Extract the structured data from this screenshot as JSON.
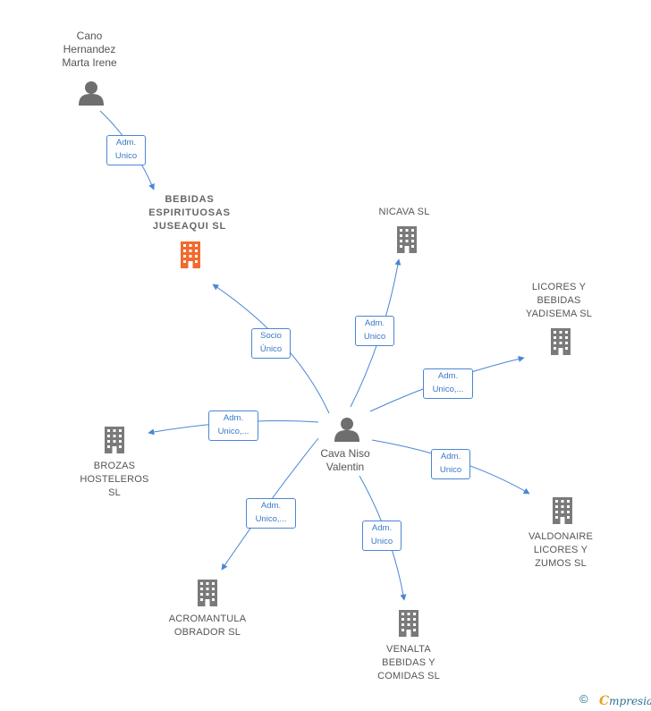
{
  "nodes": {
    "cano": {
      "label": "Cano\nHernandez\nMarta Irene",
      "icon": "person-icon"
    },
    "bebidas": {
      "label": "BEBIDAS\nESPIRITUOSAS\nJUSEAQUI  SL",
      "icon": "building-icon"
    },
    "nicava": {
      "label": "NICAVA SL",
      "icon": "building-icon"
    },
    "licores": {
      "label": "LICORES Y\nBEBIDAS\nYADISEMA  SL",
      "icon": "building-icon"
    },
    "brozas": {
      "label": "BROZAS\nHOSTELEROS\nSL",
      "icon": "building-icon"
    },
    "cava": {
      "label": "Cava Niso\nValentin",
      "icon": "person-icon"
    },
    "valdonaire": {
      "label": "VALDONAIRE\nLICORES Y\nZUMOS  SL",
      "icon": "building-icon"
    },
    "acromantula": {
      "label": "ACROMANTULA\nOBRADOR  SL",
      "icon": "building-icon"
    },
    "venalta": {
      "label": "VENALTA\nBEBIDAS Y\nCOMIDAS  SL",
      "icon": "building-icon"
    }
  },
  "edges": {
    "cano_bebidas": "Adm.\nUnico",
    "cava_bebidas": "Socio\nÚnico",
    "cava_nicava": "Adm.\nUnico",
    "cava_licores": "Adm.\nUnico,...",
    "cava_brozas": "Adm.\nUnico,...",
    "cava_valdonaire": "Adm.\nUnico",
    "cava_acromantula": "Adm.\nUnico,...",
    "cava_venalta": "Adm.\nUnico"
  },
  "colors": {
    "edge": "#4a86d4",
    "highlight_building": "#f26a2e",
    "building": "#7a7a7a",
    "person": "#6e6e6e"
  },
  "footer": {
    "copyright": "©",
    "brand_first": "C",
    "brand_rest": "mpresia"
  }
}
